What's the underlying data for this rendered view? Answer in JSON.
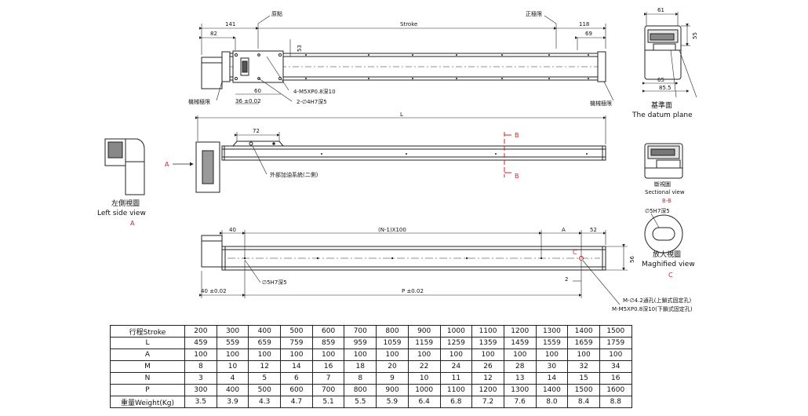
{
  "top_view": {
    "dim_141": "141",
    "dim_82": "82",
    "origin_label": "原點",
    "stroke_label": "Stroke",
    "positive_limit_label": "正極限",
    "dim_118": "118",
    "dim_69": "69",
    "dim_53": "53",
    "dim_60": "60",
    "dim_36": "36 ±0.02",
    "mech_limit_left": "機械極限",
    "mech_limit_right": "機械極限",
    "callout_screw": "4-M5XP0.8深10",
    "callout_pin": "2-∅4H7深5"
  },
  "end_view": {
    "dim_61": "61",
    "dim_55": "55",
    "dim_65": "65",
    "dim_85_5": "85.5",
    "datum_zh": "基準面",
    "datum_en": "The datum plane"
  },
  "side_view": {
    "dim_L": "L",
    "dim_72": "72",
    "section_B_top": "B",
    "section_B_bottom": "B",
    "arrow_A": "A",
    "oil_callout": "外部加油系統(二側)"
  },
  "left_side_view": {
    "title_zh": "左側視圖",
    "title_en": "Left side view",
    "tag": "A"
  },
  "section_view": {
    "title_zh": "斷視圖",
    "title_en": "Sectional view",
    "tag": "B-B"
  },
  "magnified_view": {
    "hole_label": "∅5H7深5",
    "title_zh": "放大視圖",
    "title_en": "Maghified view",
    "tag": "C"
  },
  "bottom_view": {
    "dim_40": "40",
    "dim_pitch": "(N-1)X100",
    "dim_A": "A",
    "dim_52": "52",
    "dim_56": "56",
    "dim_2": "2",
    "marker_C": "C",
    "dim_40_tol": "40 ±0.02",
    "dim_P": "P ±0.02",
    "hole_label": "∅5H7深5",
    "callout_hole": "M-∅4.2通孔(上鎖式固定孔)",
    "callout_screw": "M-M5XP0.8深10(下鎖式固定孔)"
  },
  "spec_table": {
    "rows": [
      {
        "label": "行程Stroke",
        "values": [
          "200",
          "300",
          "400",
          "500",
          "600",
          "700",
          "800",
          "900",
          "1000",
          "1100",
          "1200",
          "1300",
          "1400",
          "1500"
        ]
      },
      {
        "label": "L",
        "values": [
          "459",
          "559",
          "659",
          "759",
          "859",
          "959",
          "1059",
          "1159",
          "1259",
          "1359",
          "1459",
          "1559",
          "1659",
          "1759"
        ]
      },
      {
        "label": "A",
        "values": [
          "100",
          "100",
          "100",
          "100",
          "100",
          "100",
          "100",
          "100",
          "100",
          "100",
          "100",
          "100",
          "100",
          "100"
        ]
      },
      {
        "label": "M",
        "values": [
          "8",
          "10",
          "12",
          "14",
          "16",
          "18",
          "20",
          "22",
          "24",
          "26",
          "28",
          "30",
          "32",
          "34"
        ]
      },
      {
        "label": "N",
        "values": [
          "3",
          "4",
          "5",
          "6",
          "7",
          "8",
          "9",
          "10",
          "11",
          "12",
          "13",
          "14",
          "15",
          "16"
        ]
      },
      {
        "label": "P",
        "values": [
          "300",
          "400",
          "500",
          "600",
          "700",
          "800",
          "900",
          "1000",
          "1100",
          "1200",
          "1300",
          "1400",
          "1500",
          "1600"
        ]
      },
      {
        "label": "重量Weight(Kg)",
        "values": [
          "3.5",
          "3.9",
          "4.3",
          "4.7",
          "5.1",
          "5.5",
          "5.9",
          "6.4",
          "6.8",
          "7.2",
          "7.6",
          "8.0",
          "8.4",
          "8.8"
        ]
      }
    ]
  },
  "colors": {
    "line": "#222222",
    "accent": "#d2232a",
    "shade": "#cfcfcf"
  }
}
